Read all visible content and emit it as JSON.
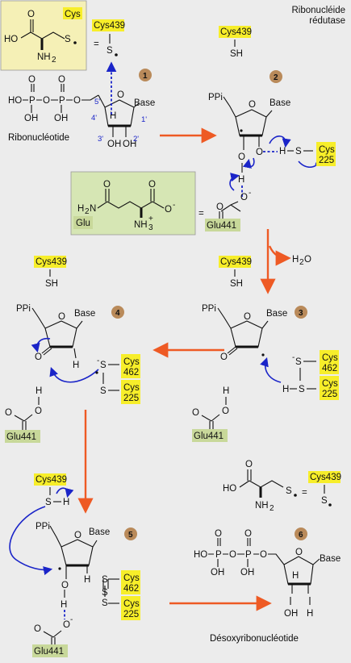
{
  "title": "Ribonucléide\nrédutase",
  "title_line1": "Ribonucléide",
  "title_line2": "rédutase",
  "labels": {
    "cys": "Cys",
    "cys439": "Cys439",
    "cys225": "Cys\n225",
    "cys462": "Cys\n462",
    "glu": "Glu",
    "glu441": "Glu441",
    "ribonucleotide": "Ribonucléotide",
    "desoxy": "Désoxyribonucléotide",
    "base": "Base",
    "ppi": "PPi",
    "h2o": "H2O",
    "sh": "SH",
    "eq": "="
  },
  "steps": [
    "1",
    "2",
    "3",
    "4",
    "5",
    "6"
  ],
  "colors": {
    "highlight": "#f7ee2a",
    "cys_box": "#f5f0b6",
    "glu_box": "#d6e6b4",
    "arrow": "#ee5a24",
    "blue": "#1a24c8",
    "badge": "#b98a5a"
  }
}
